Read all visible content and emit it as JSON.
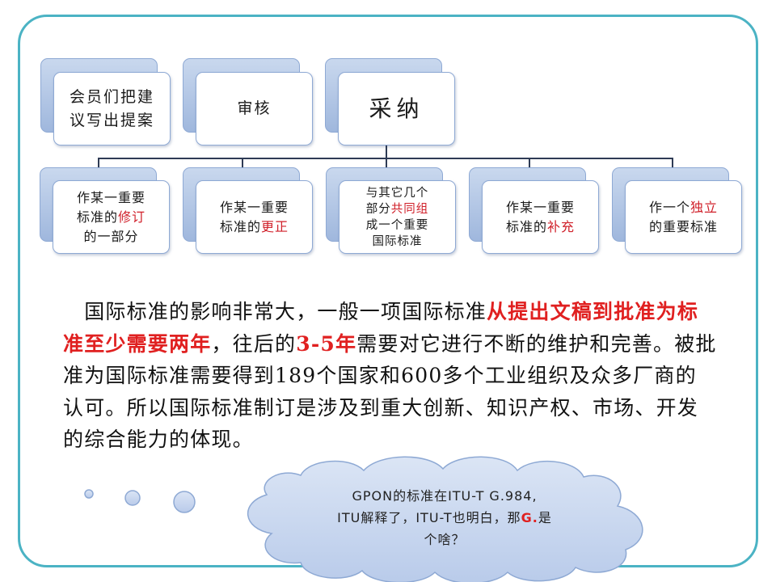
{
  "top_boxes": [
    {
      "lines": [
        "会员们把建",
        "议写出提案"
      ]
    },
    {
      "lines": [
        "审核"
      ]
    },
    {
      "lines": [
        "采纳"
      ]
    }
  ],
  "bottom_boxes": [
    {
      "segments": [
        [
          "作某一重要",
          ""
        ],
        [
          "标准的",
          ""
        ],
        [
          "修订",
          "red"
        ],
        [
          "的一部分",
          ""
        ]
      ]
    },
    {
      "segments": [
        [
          "作某一重要",
          ""
        ],
        [
          "标准的",
          ""
        ],
        [
          "更正",
          "red"
        ]
      ]
    },
    {
      "segments": [
        [
          "与其它几个",
          ""
        ],
        [
          "部分",
          ""
        ],
        [
          "共同组",
          "red"
        ],
        [
          "成一个重要",
          ""
        ],
        [
          "国际标准",
          ""
        ]
      ]
    },
    {
      "segments": [
        [
          "作某一重要",
          ""
        ],
        [
          "标准的",
          ""
        ],
        [
          "补充",
          "red"
        ]
      ]
    },
    {
      "segments": [
        [
          "作一个",
          ""
        ],
        [
          "独立",
          "red"
        ],
        [
          "的重要标准",
          ""
        ]
      ]
    }
  ],
  "paragraph": {
    "p1": "国际标准的影响非常大，一般一项国际标准",
    "p2_red": "从提出文稿到批准为标准至少需要两年",
    "p3": "，往后的",
    "p4_red": "3-5年",
    "p5": "需要对它进行不断的维护和完善。被批准为国际标准需要得到189个国家和600多个工业组织及众多厂商的认可。所以国际标准制订是涉及到重大创新、知识产权、市场、开发的综合能力的体现。"
  },
  "cloud": {
    "line1": "GPON的标准在ITU-T G.984,",
    "line2_a": "ITU解释了，ITU-T也明白，那",
    "line2_red": "G.",
    "line2_b": "是",
    "line3": "个啥？"
  },
  "colors": {
    "frame": "#4bb3c4",
    "box_border": "#8ea9d4",
    "highlight": "#e02020",
    "cloud_fill": "#c7d6ef"
  }
}
